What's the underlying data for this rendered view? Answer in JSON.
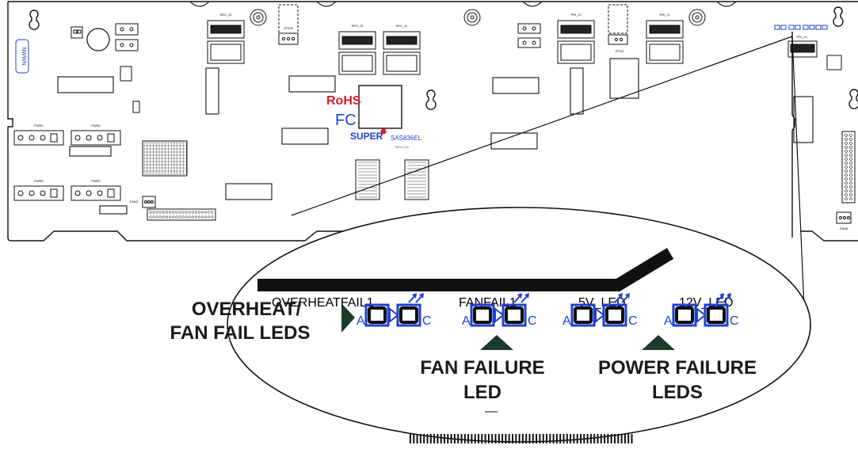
{
  "board": {
    "model": "SAS836EL",
    "revision": "REV 1.01",
    "brand": "SUPER",
    "rohs": "RoHS",
    "fcc": "FC",
    "side_label": "NWWN",
    "connectors": {
      "sec_j2": "SEC_J2",
      "sec_j3": "SEC_J3",
      "sec_j1": "SEC_J1",
      "pri_j2": "PRI_J2",
      "pri_j1": "PRI_J1",
      "pri_j3": "PRI_J3",
      "jp106": "JP106",
      "jp101": "JP101",
      "pwr1": "PWR1",
      "pwr4": "PWR4",
      "pwr3": "PWR3",
      "pwr2": "PWR2",
      "fan2": "FAN2",
      "fan6": "FAN6"
    }
  },
  "callout": {
    "header_labels": {
      "overheat": "OVERHEATFAIL1",
      "fan": "FANFAIL1",
      "v5": "5V_LED",
      "v12": "12V_LED"
    },
    "pin_a": "A",
    "pin_c": "C",
    "title_overheat_1": "OVERHEAT/",
    "title_overheat_2": "FAN FAIL LEDS",
    "title_fan_1": "FAN FAILURE",
    "title_fan_2": "LED",
    "title_power_1": "POWER FAILURE",
    "title_power_2": "LEDS"
  },
  "colors": {
    "line": "#111111",
    "led_blue": "#1f3fd0",
    "pointer": "#1c3a2c",
    "rohs_red": "#e0192a",
    "brand_blue": "#1f3fd0"
  }
}
